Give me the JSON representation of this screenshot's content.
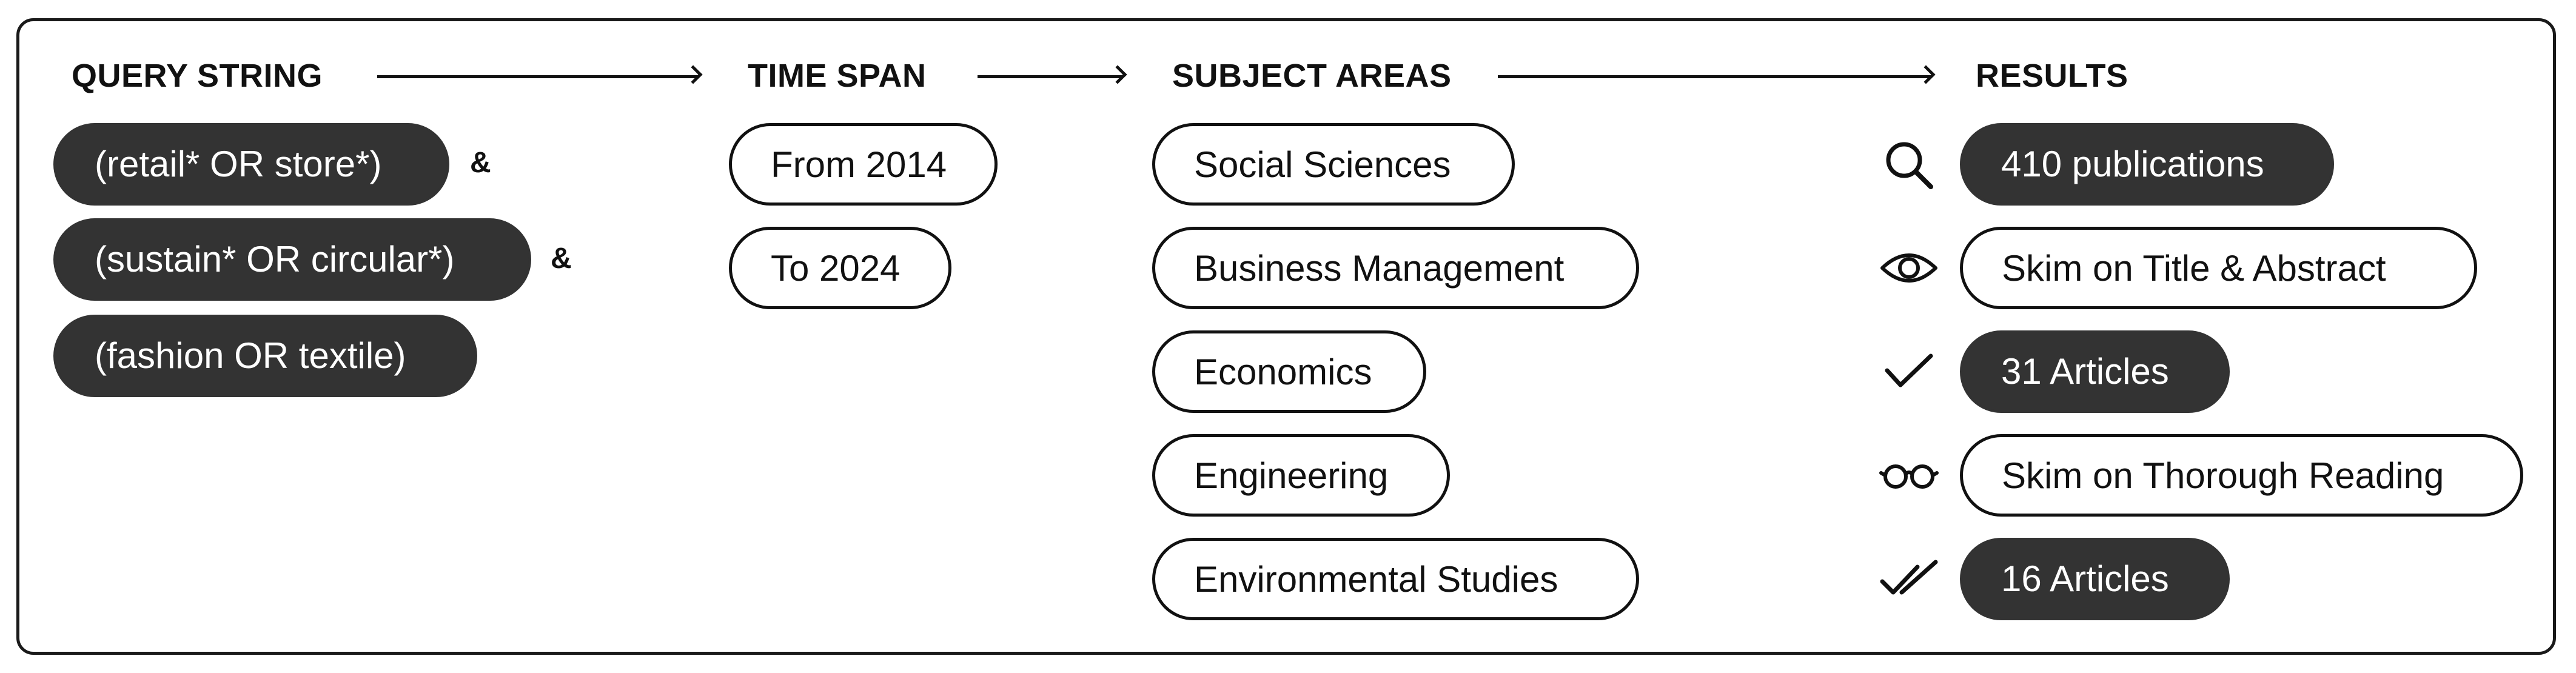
{
  "headers": {
    "query": "QUERY STRING",
    "time": "TIME SPAN",
    "subjects": "SUBJECT AREAS",
    "results": "RESULTS"
  },
  "query": {
    "terms": [
      "(retail* OR store*)",
      "(sustain* OR circular*)",
      "(fashion OR textile)"
    ],
    "connector": "&"
  },
  "time_span": [
    "From 2014",
    "To 2024"
  ],
  "subject_areas": [
    "Social Sciences",
    "Business Management",
    "Economics",
    "Engineering",
    "Environmental Studies"
  ],
  "results": [
    {
      "label": "410 publications",
      "icon": "search-icon",
      "style": "dark"
    },
    {
      "label": "Skim on Title & Abstract",
      "icon": "eye-icon",
      "style": "light"
    },
    {
      "label": "31 Articles",
      "icon": "check-icon",
      "style": "dark"
    },
    {
      "label": "Skim on Thorough Reading",
      "icon": "glasses-icon",
      "style": "light"
    },
    {
      "label": "16 Articles",
      "icon": "double-check-icon",
      "style": "dark"
    }
  ],
  "colors": {
    "dark_pill": "#333333",
    "outline": "#111111",
    "background": "#ffffff"
  }
}
